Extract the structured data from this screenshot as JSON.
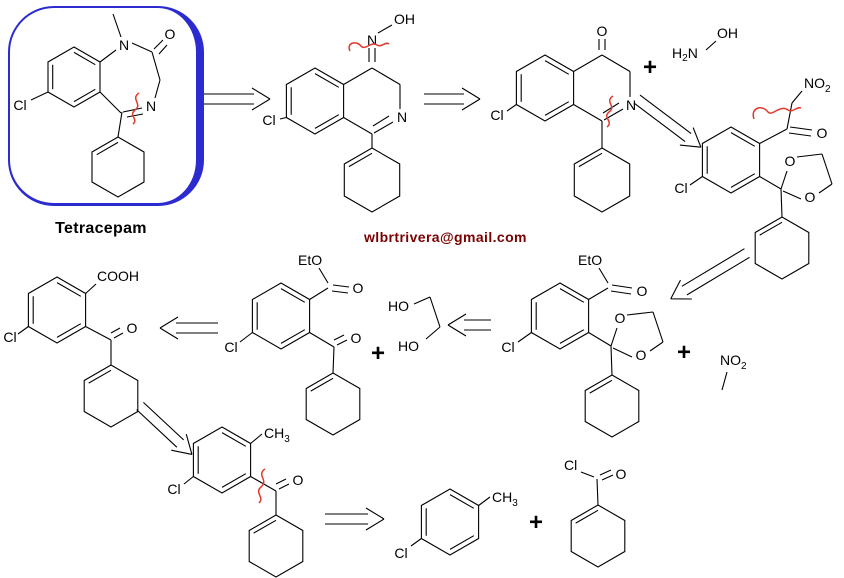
{
  "scheme": {
    "title": "Tetracepam",
    "watermark": "wlbrtrivera@gmail.com",
    "plus": "+"
  },
  "colors": {
    "bond_black": "#000000",
    "highlight_box_blue": "#2b2bd0",
    "disconnection_red": "#e03a2e",
    "watermark_maroon": "#7b0000",
    "background": "#ffffff"
  },
  "atoms": {
    "tetracepam": {
      "n1": "N",
      "c2_o": "O",
      "n4": "N",
      "cl": "Cl"
    },
    "oxime_isoquinoline": {
      "oh": "OH",
      "n_oxime": "N",
      "n_ring": "N",
      "cl": "Cl"
    },
    "isoquinolinone": {
      "o_ketone": "O",
      "n_ring": "N",
      "cl": "Cl"
    },
    "hydroxylamine": {
      "h": "H",
      "sub": "2",
      "n": "N",
      "oh": "OH"
    },
    "nitro_ketal": {
      "no": "NO",
      "sub": "2",
      "o_ketone": "O",
      "o_dioxolane_1": "O",
      "o_dioxolane_2": "O",
      "cl": "Cl"
    },
    "ester_ketal": {
      "eto": "EtO",
      "o_ester": "O",
      "o_dioxolane_1": "O",
      "o_dioxolane_2": "O",
      "cl": "Cl"
    },
    "nitromethane": {
      "no": "NO",
      "sub": "2"
    },
    "ester_ketone": {
      "eto": "EtO",
      "o_ester": "O",
      "o_ketone": "O",
      "cl": "Cl"
    },
    "glycol": {
      "ho_top": "HO",
      "ho_bottom": "HO"
    },
    "keto_acid": {
      "cooh": "COOH",
      "o_ketone": "O",
      "cl": "Cl"
    },
    "methyl_ketone": {
      "ch": "CH",
      "sub": "3",
      "o_ketone": "O",
      "cl": "Cl"
    },
    "chlorotoluene": {
      "ch": "CH",
      "sub": "3",
      "cl": "Cl"
    },
    "acyl_chloride": {
      "cl": "Cl",
      "o": "O"
    }
  }
}
